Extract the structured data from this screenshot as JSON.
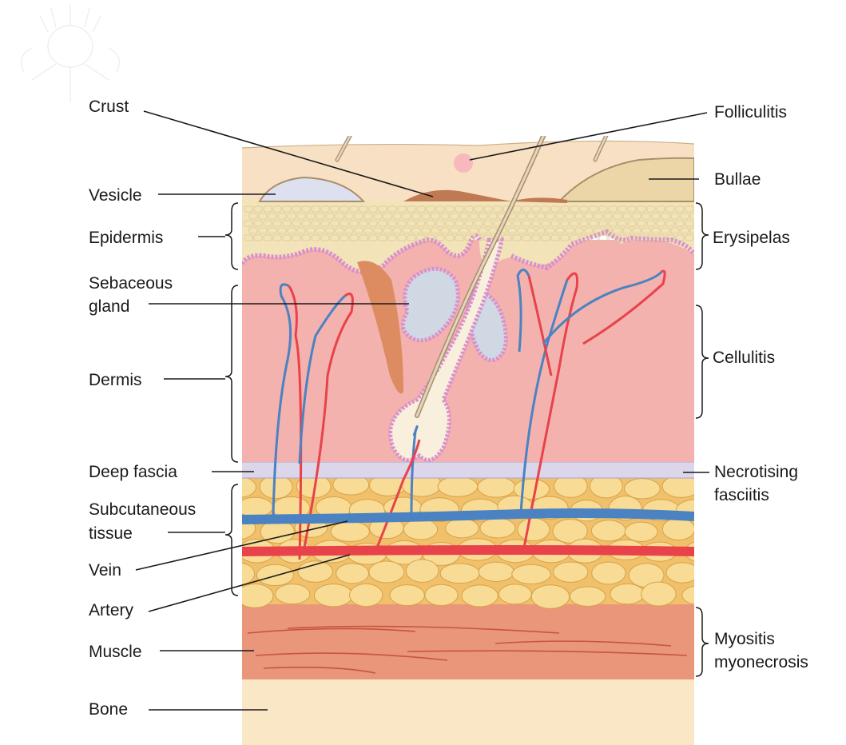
{
  "colors": {
    "skin_surface": "#f8e0c4",
    "epidermis": "#f3e3b8",
    "dermis": "#f3b2ae",
    "deep_fascia": "#dcd6ea",
    "subcutaneous_bg": "#f1c06a",
    "fat_cell": "#f8dc95",
    "muscle": "#e9967a",
    "bone": "#fae7c6",
    "vein": "#4b82c2",
    "artery": "#e8424a",
    "follicle_outline": "#d890cf",
    "sebaceous": "#cfd8e3",
    "hair": "#d6c3a6",
    "crust": "#bf7a53",
    "folliculitis": "#f7a8b8"
  },
  "labels_left": {
    "crust": "Crust",
    "vesicle": "Vesicle",
    "epidermis": "Epidermis",
    "sebaceous_1": "Sebaceous",
    "sebaceous_2": "gland",
    "dermis": "Dermis",
    "deep_fascia": "Deep fascia",
    "subcutaneous_1": "Subcutaneous",
    "subcutaneous_2": "tissue",
    "vein": "Vein",
    "artery": "Artery",
    "muscle": "Muscle",
    "bone": "Bone"
  },
  "labels_right": {
    "folliculitis": "Folliculitis",
    "bullae": "Bullae",
    "erysipelas": "Erysipelas",
    "cellulitis": "Cellulitis",
    "necrotising_1": "Necrotising",
    "necrotising_2": "fasciitis",
    "myositis_1": "Myositis",
    "myositis_2": "myonecrosis"
  }
}
